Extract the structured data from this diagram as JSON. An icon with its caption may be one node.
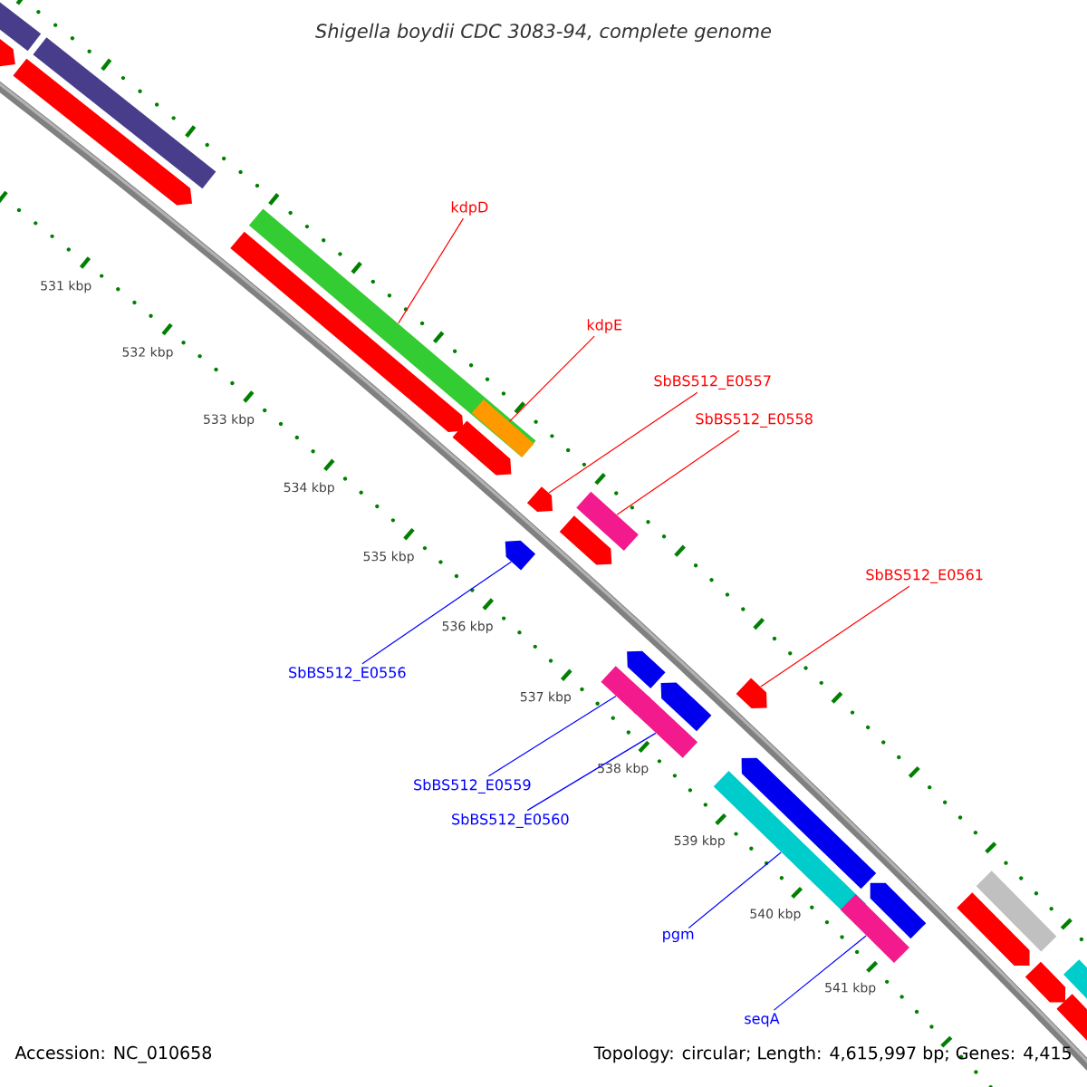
{
  "diagram": {
    "title": "Shigella boydii CDC 3083-94, complete genome",
    "nodes": [
      {
        "text": [
          "kdpD"
        ]
      },
      {
        "text": [
          "kdpE"
        ]
      },
      {
        "text": [
          "SbBS512_E0557"
        ]
      },
      {
        "text": [
          "SbBS512_E0558"
        ]
      },
      {
        "text": [
          "SbBS512_E0561"
        ]
      },
      {
        "text": [
          "SbBS512_E0556"
        ]
      },
      {
        "text": [
          "SbBS512_E0559"
        ]
      },
      {
        "text": [
          "SbBS512_E0560"
        ]
      },
      {
        "text": [
          "pgm"
        ]
      },
      {
        "text": [
          "seqA"
        ]
      },
      {
        "text": [],
        "shape": "bar"
      },
      {
        "text": [],
        "shape": "bar",
        "in": 10
      },
      {
        "text": [],
        "shape": "bar"
      },
      {
        "text": [],
        "shape": "bar"
      },
      {
        "text": [],
        "shape": "bar"
      },
      {
        "text": [],
        "shape": "bar"
      },
      {
        "text": [],
        "shape": "bar"
      },
      {
        "text": [],
        "shape": "bar"
      },
      {
        "text": [],
        "shape": "bar"
      },
      {
        "text": [],
        "shape": "bar"
      },
      {
        "text": [],
        "shape": "bar"
      },
      {
        "text": [],
        "shape": "bar"
      },
      {
        "text": [],
        "shape": "bar"
      },
      {
        "text": [],
        "shape": "bar"
      },
      {
        "text": [],
        "shape": "bar"
      },
      {
        "text": [],
        "shape": "bar"
      },
      {
        "text": [],
        "shape": "bar"
      },
      {
        "text": [],
        "shape": "bar"
      },
      {
        "text": [],
        "shape": "bar"
      },
      {
        "text": [],
        "shape": "bar"
      },
      {
        "text": [],
        "shape": "bar"
      },
      {
        "text": [],
        "shape": "bar"
      },
      {
        "text": [],
        "shape": "bar"
      },
      {
        "text": [],
        "shape": "bar"
      },
      {
        "text": [],
        "shape": "bar"
      },
      {
        "text": [],
        "shape": "bar"
      }
    ],
    "edges": [
      {
        "from": 0,
        "to": 10,
        "arrow": "none",
        "color": "#ff0000"
      },
      {
        "from": 1,
        "to": 11,
        "arrow": "none",
        "color": "#ff0000"
      },
      {
        "from": 2,
        "to": 12,
        "arrow": "none",
        "color": "#ff0000"
      },
      {
        "from": 3,
        "to": 13,
        "arrow": "none",
        "color": "#ff0000"
      },
      {
        "from": 4,
        "to": 14,
        "arrow": "none",
        "color": "#ff0000"
      },
      {
        "from": 5,
        "to": 15,
        "arrow": "none",
        "color": "#0000ff"
      },
      {
        "from": 6,
        "to": 16,
        "arrow": "none",
        "color": "#0000ff"
      },
      {
        "from": 7,
        "to": 17,
        "arrow": "none",
        "color": "#0000ff"
      },
      {
        "from": 8,
        "to": 18,
        "arrow": "none",
        "color": "#0000ff"
      },
      {
        "from": 9,
        "to": 19,
        "arrow": "none",
        "color": "#0000ff"
      }
    ],
    "labels": [
      "531 kbp",
      "532 kbp",
      "533 kbp",
      "534 kbp",
      "535 kbp",
      "536 kbp",
      "537 kbp",
      "538 kbp",
      "539 kbp",
      "540 kbp",
      "541 kbp",
      "Accession: NC_010658",
      "Topology: circular; Length: 4,615,997 bp; Genes: 4,415"
    ]
  }
}
